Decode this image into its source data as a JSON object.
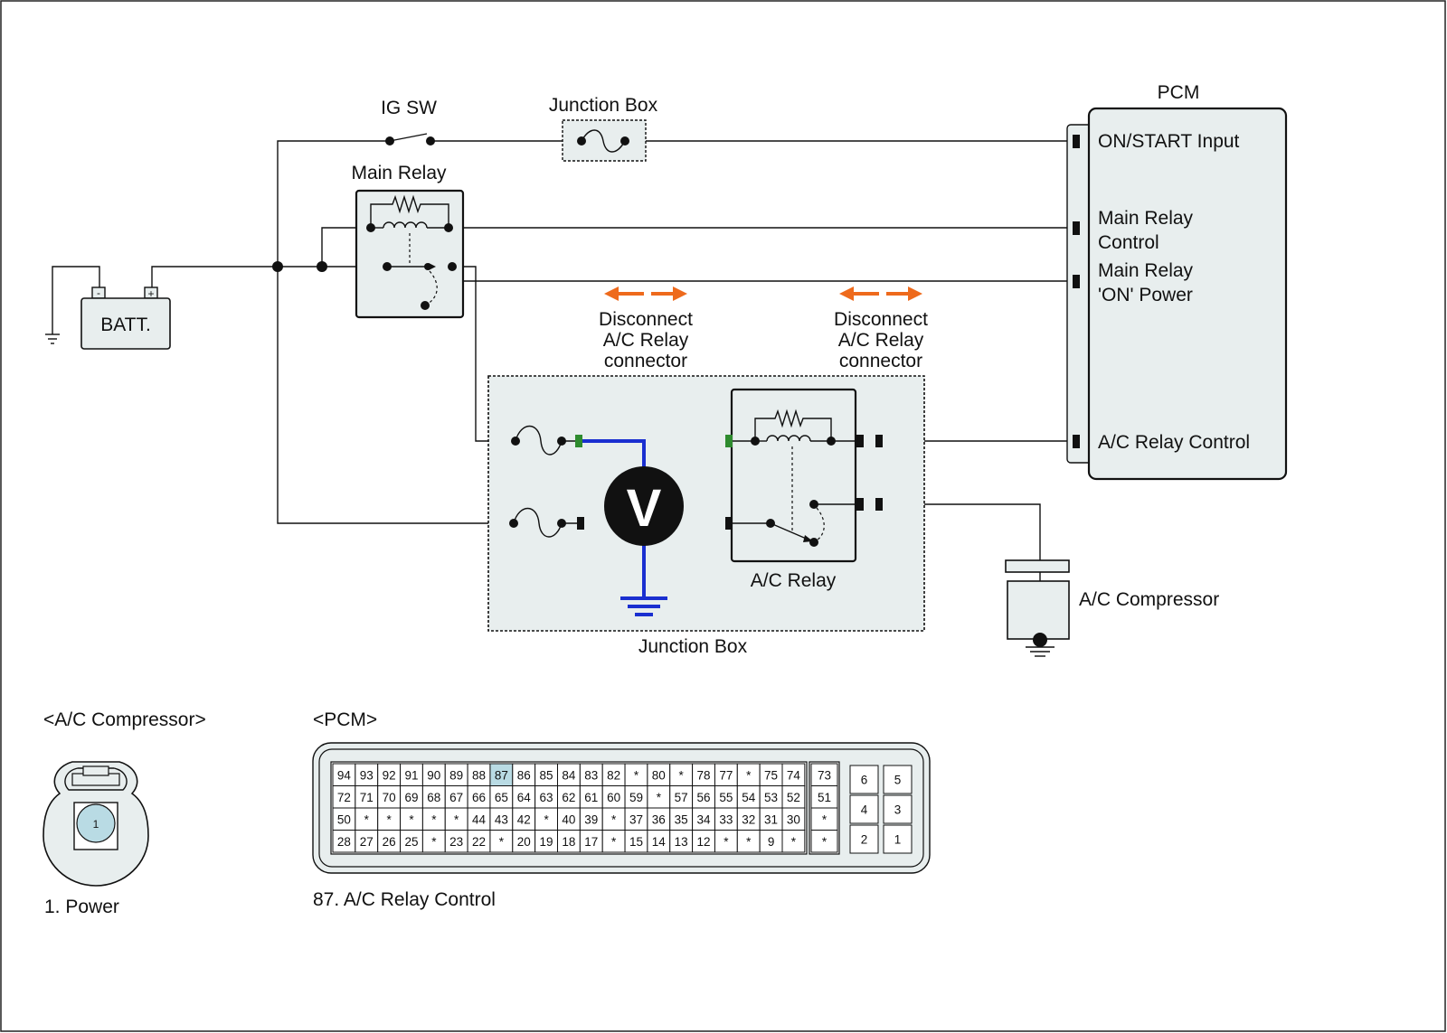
{
  "labels": {
    "ig_sw": "IG SW",
    "junction_box_top": "Junction Box",
    "main_relay": "Main Relay",
    "batt": "BATT.",
    "batt_minus": "-",
    "batt_plus": "+",
    "pcm": "PCM",
    "on_start_input": "ON/START Input",
    "main_relay_control_1": "Main Relay",
    "main_relay_control_2": "Control",
    "main_relay_on_1": "Main Relay",
    "main_relay_on_2": "'ON' Power",
    "ac_relay_control": "A/C Relay Control",
    "disconnect_1_l1": "Disconnect",
    "disconnect_1_l2": "A/C Relay",
    "disconnect_1_l3": "connector",
    "disconnect_2_l1": "Disconnect",
    "disconnect_2_l2": "A/C Relay",
    "disconnect_2_l3": "connector",
    "voltmeter": "V",
    "ac_relay": "A/C Relay",
    "junction_box_bottom": "Junction Box",
    "ac_compressor": "A/C Compressor"
  },
  "connectors": {
    "ac_comp_title": "<A/C Compressor>",
    "ac_comp_pin": "1",
    "ac_comp_legend": "1. Power",
    "pcm_title": "<PCM>",
    "pcm_legend": "87. A/C Relay Control",
    "highlight_pin": "87",
    "highlight_color": "#b9dbe4",
    "pcm_rows": [
      [
        "94",
        "93",
        "92",
        "91",
        "90",
        "89",
        "88",
        "87",
        "86",
        "85",
        "84",
        "83",
        "82",
        "*",
        "80",
        "*",
        "78",
        "77",
        "*",
        "75",
        "74"
      ],
      [
        "72",
        "71",
        "70",
        "69",
        "68",
        "67",
        "66",
        "65",
        "64",
        "63",
        "62",
        "61",
        "60",
        "59",
        "*",
        "57",
        "56",
        "55",
        "54",
        "53",
        "52"
      ],
      [
        "50",
        "*",
        "*",
        "*",
        "*",
        "*",
        "44",
        "43",
        "42",
        "*",
        "40",
        "39",
        "*",
        "37",
        "36",
        "35",
        "34",
        "33",
        "32",
        "31",
        "30"
      ],
      [
        "28",
        "27",
        "26",
        "25",
        "*",
        "23",
        "22",
        "*",
        "20",
        "19",
        "18",
        "17",
        "*",
        "15",
        "14",
        "13",
        "12",
        "*",
        "*",
        "9",
        "*"
      ]
    ],
    "pcm_mid_col": [
      "73",
      "51",
      "*",
      "*"
    ],
    "pcm_right_a": [
      "6",
      "4",
      "2"
    ],
    "pcm_right_b": [
      "5",
      "3",
      "1"
    ]
  },
  "colors": {
    "arrow": "#ee6a1c",
    "probe_wire": "#1a2fd0",
    "probe_tip": "#2e8b2e",
    "box_fill": "#e8eeee"
  }
}
